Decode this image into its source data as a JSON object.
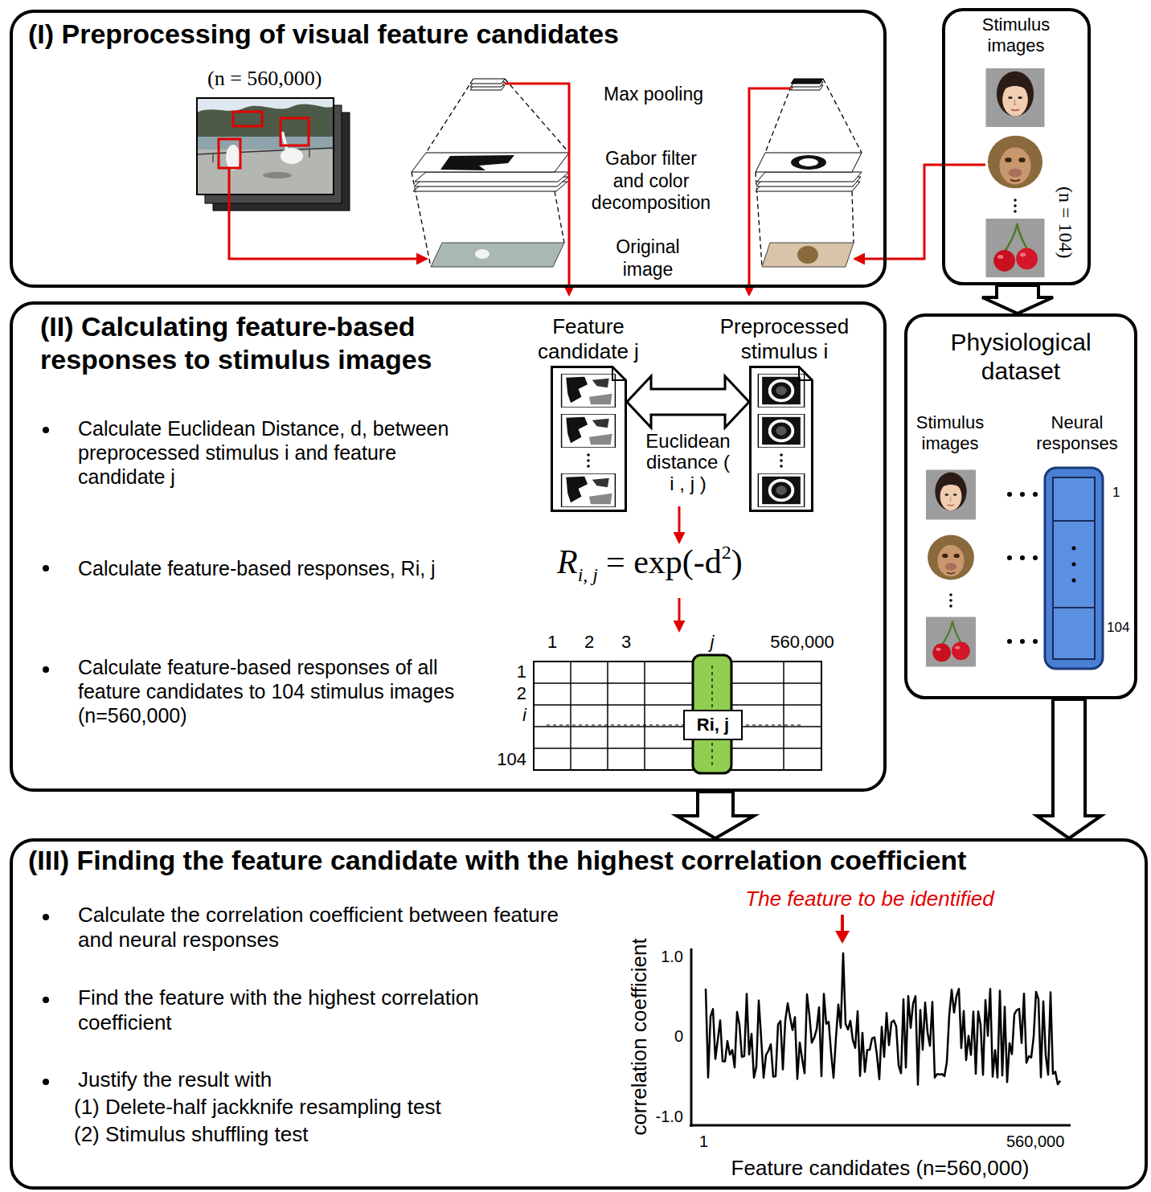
{
  "diagram": {
    "nodes": [
      {
        "text": [
          "(I) Preprocessing of visual feature candidates"
        ]
      },
      {
        "text": [
          "Stimulus images"
        ]
      },
      {
        "text": [
          "(II) Calculating feature-based responses to stimulus images",
          "Calculate Euclidean Distance, d, between preprocessed stimulus i and feature candidate j",
          "Calculate feature-based responses, Ri, j",
          "Calculate feature-based responses of all feature candidates to 104 stimulus images (n=560,000)"
        ]
      },
      {
        "text": [
          "Feature candidate j"
        ],
        "in": 2
      },
      {
        "text": [
          "Preprocessed stimulus i"
        ],
        "in": 2
      },
      {
        "text": [
          "Ri, j"
        ],
        "in": 2
      },
      {
        "text": [
          "Physiological dataset"
        ]
      },
      {
        "text": [
          "(III) Finding the feature candidate with the highest correlation coefficient",
          "Calculate the correlation coefficient between feature and neural responses",
          "Find the feature with the highest correlation coefficient",
          "Justify the result with",
          "(1) Delete-half jackknife resampling test",
          "(2) Stimulus shuffling test"
        ]
      }
    ],
    "edges": [
      {
        "from": 3,
        "to": 4,
        "label": "Euclidean distance ( i , j )",
        "arrow": "both"
      },
      {
        "from": 1,
        "to": 6,
        "arrow": "to"
      },
      {
        "from": 2,
        "to": 7,
        "arrow": "to"
      },
      {
        "from": 6,
        "to": 7,
        "arrow": "to"
      }
    ],
    "labels": [
      "(n = 560,000)",
      "Max pooling",
      "Gabor filter and color decomposition",
      "Original image",
      "(n = 104)",
      "R",
      "i, j",
      "= exp(-d",
      "2",
      ")",
      "1",
      "2",
      "3",
      "j",
      "560,000",
      "1",
      "2",
      "i",
      "104",
      "Stimulus images",
      "Neural responses",
      "1",
      "104",
      "The feature to be identified",
      "correlation coefficient",
      "1.0",
      "0",
      "-1.0",
      "1",
      "560,000",
      "Feature candidates (n=560,000)"
    ]
  }
}
